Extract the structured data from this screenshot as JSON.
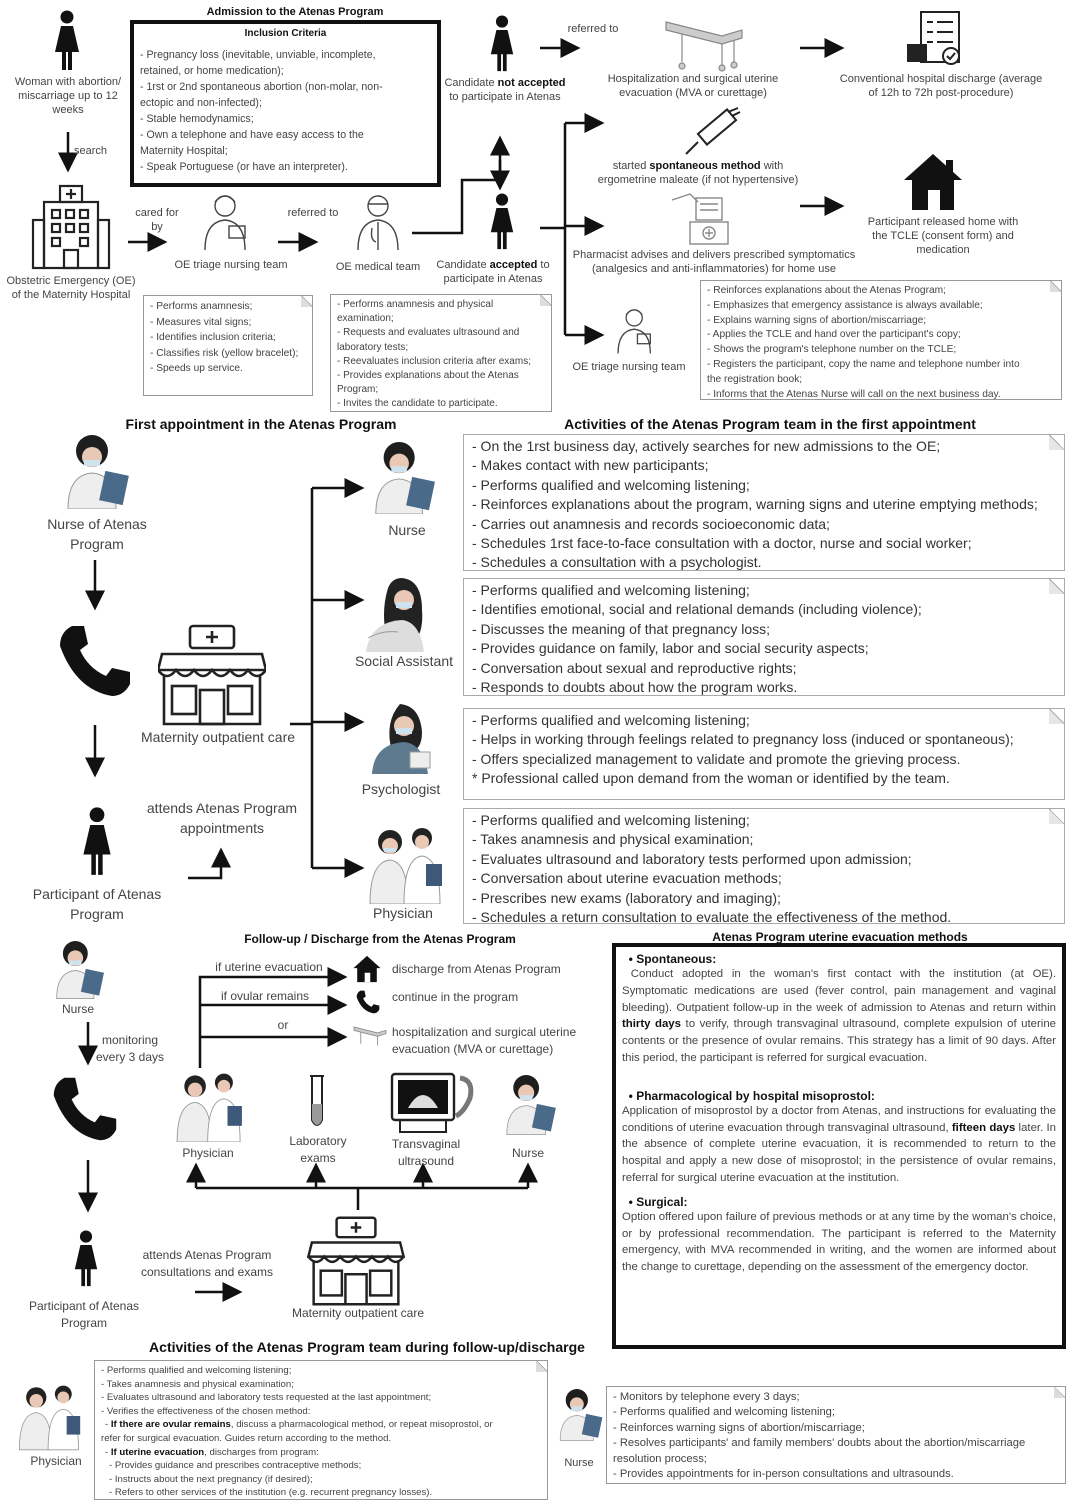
{
  "s1": {
    "title": "Admission to the Atenas Program",
    "inclusion_title": "Inclusion Criteria",
    "inclusion": [
      "- Pregnancy loss (inevitable, unviable, incomplete,",
      "retained, or home medication);",
      "- 1rst or 2nd spontaneous abortion (non-molar, non-",
      "ectopic and non-infected);",
      "- Stable hemodynamics;",
      "- Own a telephone and have easy access to the",
      "Maternity Hospital;",
      "- Speak Portuguese (or have an interpreter)."
    ],
    "woman": "Woman with abortion/ miscarriage up to 12 weeks",
    "search": "search",
    "hospital": "Obstetric Emergency (OE) of the Maternity Hospital",
    "cared_for": "cared for by",
    "triage": "OE triage nursing team",
    "referred_to": "referred to",
    "medical": "OE medical team",
    "not_pre": "Candidate ",
    "not_bold": "not accepted",
    "not_post": " to participate in Atenas",
    "acc_pre": "Candidate ",
    "acc_bold": "accepted",
    "acc_post": " to participate in Atenas",
    "referred_to2": "referred to",
    "hosp_surg": "Hospitalization and surgical uterine evacuation (MVA or curettage)",
    "conv_discharge": "Conventional hospital discharge (average of 12h to 72h post-procedure)",
    "spont_pre": "started ",
    "spont_bold": "spontaneous method",
    "spont_post": " with ergometrine maleate (if not hypertensive)",
    "released": "Participant released home with the TCLE (consent form) and medication",
    "pharmacist": "Pharmacist advises and delivers prescribed symptomatics (analgesics and anti-inflammatories) for home use",
    "triage2": "OE triage nursing team",
    "triage_notes": [
      "- Performs anamnesis;",
      "- Measures vital signs;",
      "- Identifies inclusion criteria;",
      "- Classifies risk (yellow bracelet);",
      "- Speeds up service."
    ],
    "medical_notes": [
      "- Performs anamnesis and physical",
      "examination;",
      "- Requests and evaluates ultrasound and",
      "laboratory tests;",
      "- Reevaluates inclusion criteria after exams;",
      "- Provides explanations about the Atenas",
      "Program;",
      "- Invites the candidate to participate."
    ],
    "nursing_notes": [
      "- Reinforces explanations about the Atenas Program;",
      "- Emphasizes that emergency assistance is always available;",
      "- Explains warning signs of abortion/miscarriage;",
      "- Applies the TCLE and hand over the participant's copy;",
      "- Shows the program's telephone number on the TCLE;",
      "- Registers the participant, copy the name and telephone number into",
      "the registration book;",
      "- Informs that the Atenas Nurse will call on the next business day."
    ]
  },
  "s2": {
    "title": "First appointment in the Atenas Program",
    "team_title": "Activities of the Atenas Program team in the first appointment",
    "nurse_atenas": "Nurse of Atenas Program",
    "maternity": "Maternity outpatient care",
    "participant": "Participant of Atenas Program",
    "attends": "attends Atenas Program appointments",
    "nurse": "Nurse",
    "social": "Social Assistant",
    "psychologist": "Psychologist",
    "physician": "Physician",
    "nurse_notes": [
      "- On the 1rst business day, actively searches for new admissions to the OE;",
      "- Makes contact with new participants;",
      "- Performs qualified and welcoming listening;",
      "- Reinforces explanations about the program, warning signs and uterine emptying methods;",
      "- Carries out anamnesis and records socioeconomic data;",
      "- Schedules 1rst face-to-face consultation with a doctor, nurse and social worker;",
      "- Schedules a consultation with a psychologist."
    ],
    "social_notes": [
      "- Performs qualified and welcoming listening;",
      "- Identifies emotional, social and relational demands (including violence);",
      "- Discusses the meaning of that pregnancy loss;",
      "- Provides guidance on family, labor and social security aspects;",
      "- Conversation about sexual and reproductive rights;",
      "- Responds to doubts about how the program works."
    ],
    "psych_notes": [
      "- Performs qualified and welcoming listening;",
      "- Helps in working through feelings related to pregnancy loss (induced or spontaneous);",
      "- Offers specialized management to validate and promote the grieving process.",
      "* Professional called upon demand from the woman or identified by the team."
    ],
    "phys_notes": [
      "- Performs qualified and welcoming listening;",
      "- Takes anamnesis and physical examination;",
      "- Evaluates ultrasound and laboratory tests performed upon admission;",
      "- Conversation about uterine evacuation methods;",
      "- Prescribes new exams (laboratory and imaging);",
      "- Schedules a return consultation to evaluate the effectiveness of the method."
    ]
  },
  "s3": {
    "title": "Follow-up / Discharge from the Atenas Program",
    "nurse": "Nurse",
    "monitoring": "monitoring every 3 days",
    "if_uterine": "if uterine evacuation",
    "if_ovular": "if ovular remains",
    "or": "or",
    "discharge": "discharge from Atenas Program",
    "continue": "continue in the program",
    "hosp": "hospitalization and surgical uterine evacuation (MVA or curettage)",
    "physician": "Physician",
    "lab": "Laboratory exams",
    "transvaginal": "Transvaginal ultrasound",
    "nurse2": "Nurse",
    "participant": "Participant of Atenas Program",
    "attends": "attends Atenas Program consultations and exams",
    "maternity": "Maternity outpatient care",
    "methods_title": "Atenas Program uterine evacuation methods",
    "spont_head": "Spontaneous:",
    "spont_a": "Conduct adopted in the woman's first contact with the institution (at OE). Symptomatic medications are used (fever control, pain management and vaginal bleeding). Outpatient follow-up in the week of admission to Atenas and return within ",
    "spont_b": "thirty days",
    "spont_c": " to verify, through transvaginal ultrasound, complete expulsion of uterine contents or the presence of ovular remains. This strategy has a limit of 90 days. After this period, the participant is referred for surgical evacuation.",
    "pharm_head": "Pharmacological by hospital misoprostol:",
    "pharm_a": "Application of misoprostol by a doctor from Atenas, and instructions for evaluating the conditions of uterine evacuation through transvaginal ultrasound, ",
    "pharm_b": "fifteen days",
    "pharm_c": " later. In the absence of complete uterine evacuation, it is recommended to return to the hospital and apply a new dose of misoprostol; in the persistence of ovular remains, referral for surgical uterine evacuation at the institution.",
    "surg_head": "Surgical:",
    "surg_a": "Option offered upon failure of previous methods or at any time by the woman's choice, or by professional recommendation. The participant is referred to the Maternity emergency, with MVA recommended in writing, and the women are informed about the change to curettage, depending on the assessment of the emergency doctor."
  },
  "s4": {
    "title": "Activities of the Atenas Program team during follow-up/discharge",
    "physician": "Physician",
    "nurse": "Nurse",
    "phys_notes": [
      {
        "t": "- Performs qualified and welcoming listening;"
      },
      {
        "t": "- Takes anamnesis and physical examination;"
      },
      {
        "t": "- Evaluates ultrasound and laboratory tests requested at the last appointment;"
      },
      {
        "t": "- Verifies the effectiveness of the chosen method:"
      },
      {
        "b": "If there are ovular remains",
        "t": ", discuss a pharmacological method, or repeat misoprostol, or",
        "pre": "- "
      },
      {
        "t": "refer for surgical evacuation. Guides return according to the method."
      },
      {
        "b": "If uterine evacuation",
        "t": ", discharges from program:",
        "pre": "- "
      },
      {
        "t": "- Provides guidance and prescribes contraceptive methods;"
      },
      {
        "t": "- Instructs about the next pregnancy (if desired);"
      },
      {
        "t": "- Refers to other services of the institution (e.g. recurrent pregnancy losses)."
      }
    ],
    "nurse_notes": [
      "- Monitors by telephone every 3 days;",
      "- Performs qualified and welcoming listening;",
      "- Reinforces warning signs of abortion/miscarriage;",
      "- Resolves participants' and family members' doubts about the abortion/miscarriage",
      "resolution process;",
      "- Provides appointments for in-person consultations and ultrasounds."
    ]
  }
}
